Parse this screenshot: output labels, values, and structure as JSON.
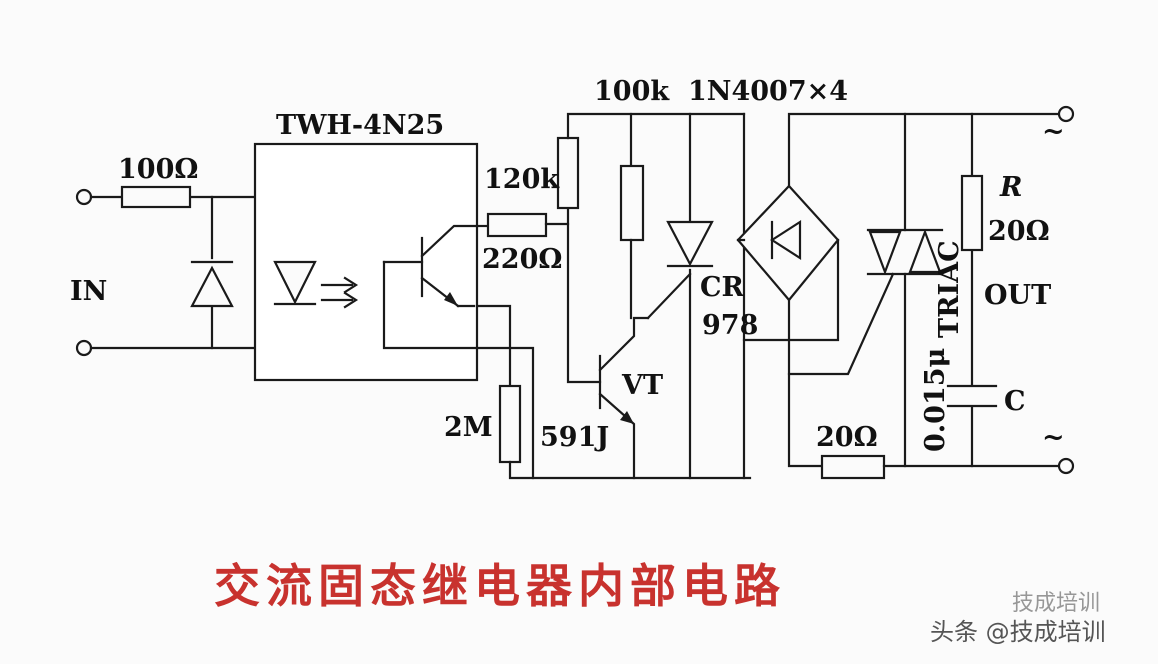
{
  "labels": {
    "r_in": "100Ω",
    "coupler": "TWH-4N25",
    "input": "IN",
    "r_120k": "120k",
    "r_220": "220Ω",
    "r_100k": "100k",
    "bridge": "1N4007×4",
    "r_out": "R",
    "r_out_val": "20Ω",
    "output": "OUT",
    "triac": "TRIAC",
    "cap_val": "0.015μ",
    "cap": "C",
    "scr": "CR",
    "scr_num": "978",
    "transistor": "VT",
    "transistor_num": "591J",
    "r_2m": "2M",
    "r_20": "20Ω",
    "ac_top": "~",
    "ac_bottom": "~"
  },
  "title": "交流固态继电器内部电路",
  "watermark": {
    "top": "技成培训",
    "bottom": "头条 @技成培训"
  }
}
